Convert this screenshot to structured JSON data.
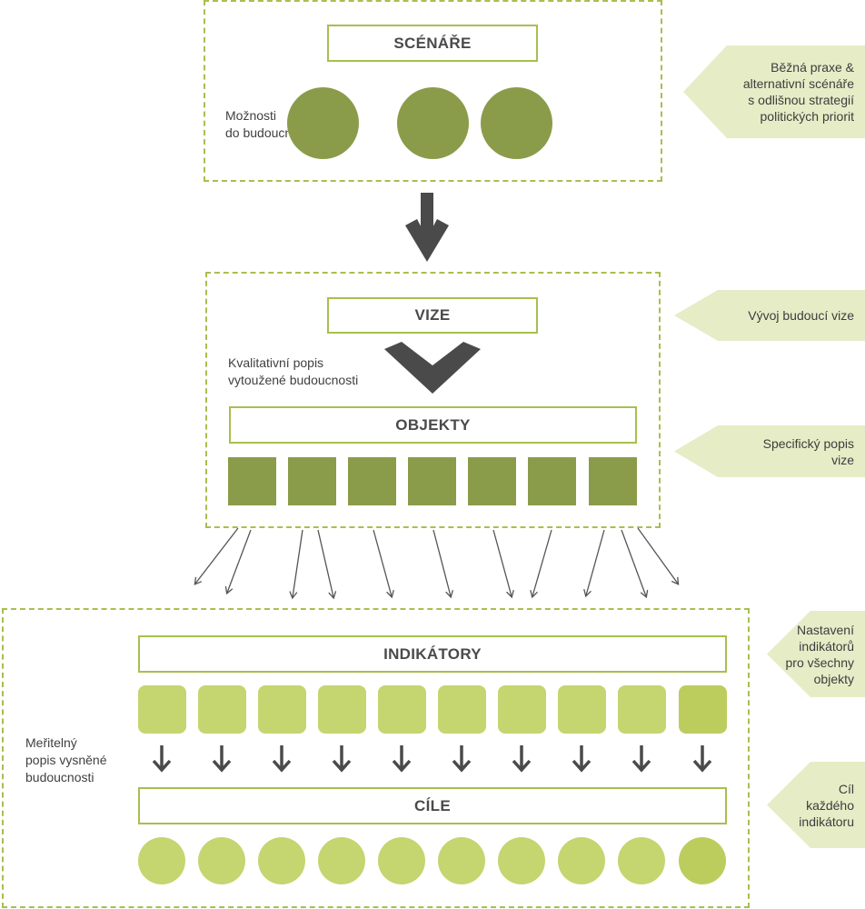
{
  "scenarios": {
    "title": "SCÉNÁŘE",
    "options_label_line1": "Možnosti",
    "options_label_line2": "do budoucna",
    "tag_lines": [
      "Běžná praxe &",
      "alternativní scénáře",
      "s odlišnou strategií",
      "politických priorit"
    ]
  },
  "vision": {
    "title": "VIZE",
    "desc_line1": "Kvalitativní popis",
    "desc_line2": "vytoužené budoucnosti",
    "tag": "Vývoj budoucí vize"
  },
  "objects": {
    "title": "OBJEKTY",
    "tag_lines": [
      "Specifický popis",
      "vize"
    ]
  },
  "indicators": {
    "title": "INDIKÁTORY",
    "tag_lines": [
      "Nastavení",
      "indikátorů",
      "pro všechny",
      "objekty"
    ],
    "desc_lines": [
      "Meřitelný",
      "popis vysněné",
      "budoucnosti"
    ]
  },
  "goals": {
    "title": "CÍLE",
    "tag_lines": [
      "Cíl",
      "každého",
      "indikátoru"
    ]
  },
  "colors": {
    "accent_border": "#a7bf4f",
    "dark_green": "#8a9c4a",
    "light_green": "#c5d570",
    "tag_background": "#e6ecc6",
    "arrow": "#4a4a4a"
  }
}
